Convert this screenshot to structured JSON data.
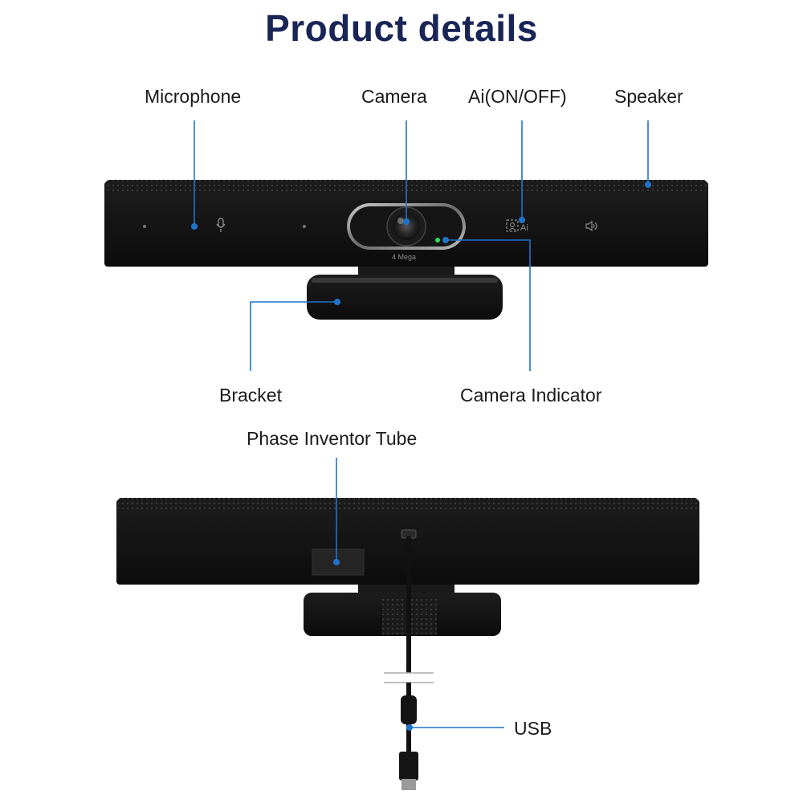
{
  "title": "Product details",
  "labels": {
    "microphone": "Microphone",
    "camera": "Camera",
    "ai_toggle": "Ai(ON/OFF)",
    "speaker": "Speaker",
    "bracket": "Bracket",
    "camera_indicator": "Camera Indicator",
    "phase_inventor_tube": "Phase Inventor Tube",
    "usb": "USB"
  },
  "device": {
    "lens_text": "4 Mega",
    "ai_badge": "Ai"
  },
  "colors": {
    "title": "#1a2557",
    "callout": "#1f74c9",
    "device_body": "#141414",
    "indicator_led": "#2ee05a"
  }
}
